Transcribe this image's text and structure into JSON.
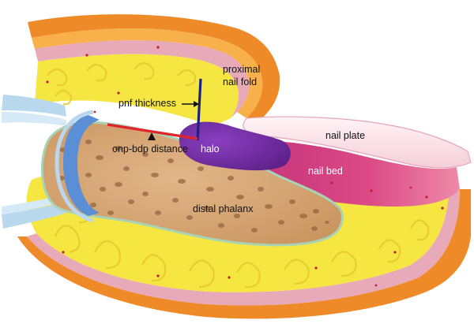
{
  "labels": {
    "proximal_nail_fold_line1": "proximal",
    "proximal_nail_fold_line2": "nail fold",
    "pnf_thickness": "pnf thickness",
    "nail_plate": "nail plate",
    "onp_bdp_distance": "onp-bdp distance",
    "halo": "halo",
    "nail_bed": "nail bed",
    "distal_phalanx": "distal phalanx"
  },
  "colors": {
    "fat_yellow": "#f5e642",
    "skin_pink": "#e8a9b8",
    "epidermis_orange": "#ee8a28",
    "bone_tan": "#d9a878",
    "bone_pore": "#9c6a44",
    "halo_purple": "#6a2a9a",
    "nail_bed_magenta": "#d23a78",
    "nail_plate_pink": "#f8dbe3",
    "ligament_blue": "#b8d8ee",
    "cartilage_blue": "#5a8fd6",
    "pnf_line_navy": "#1a237e",
    "onp_line_red": "#e0242a"
  }
}
